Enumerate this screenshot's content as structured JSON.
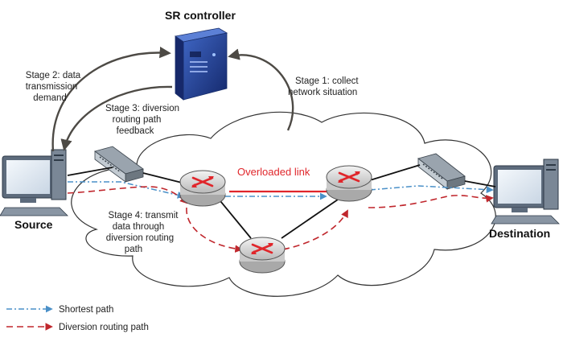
{
  "title": "SR controller",
  "nodes": {
    "source": "Source",
    "destination": "Destination"
  },
  "stages": {
    "s1": [
      "Stage 1: collect",
      "network situation"
    ],
    "s2": [
      "Stage 2: data",
      "transmission",
      "demand"
    ],
    "s3": [
      "Stage 3: diversion",
      "routing path",
      "feedback"
    ],
    "s4": [
      "Stage 4: transmit",
      "data through",
      "diversion routing",
      "path"
    ]
  },
  "link_label": "Overloaded link",
  "legend": {
    "shortest": "Shortest path",
    "diversion": "Diversion routing path"
  },
  "colors": {
    "shortest": "#4a90c8",
    "diversion": "#c0272d",
    "overload": "#e0262b",
    "arrow": "#4d4a45",
    "server": "#1f3d8c",
    "router": "#d9d9d9"
  }
}
